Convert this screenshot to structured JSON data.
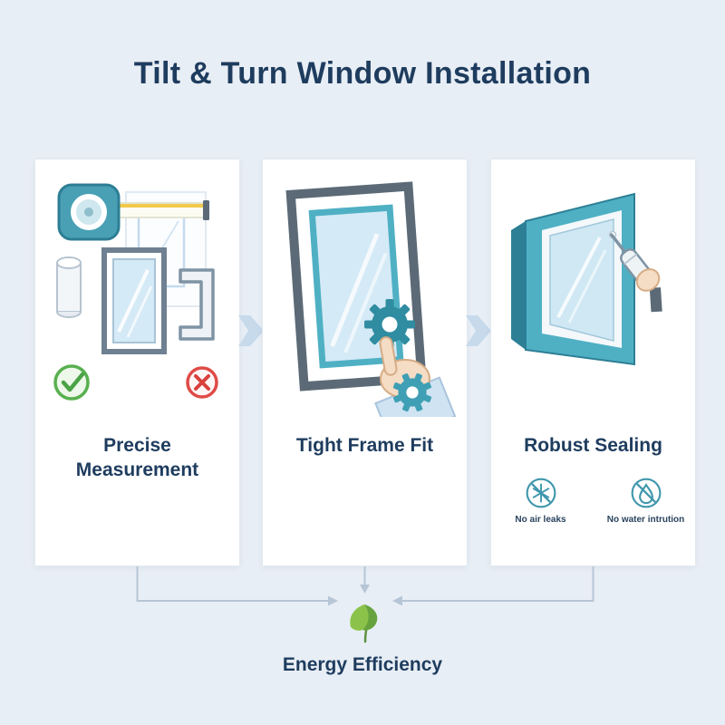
{
  "title": "Tilt & Turn Window Installation",
  "steps": [
    {
      "id": "precise-measurement",
      "label": "Precise Measurement"
    },
    {
      "id": "tight-frame-fit",
      "label": "Tight Frame Fit"
    },
    {
      "id": "robust-sealing",
      "label": "Robust Sealing",
      "badges": [
        {
          "icon": "snowflake-icon",
          "label": "No air leaks"
        },
        {
          "icon": "water-drop-icon",
          "label": "No water intrution"
        }
      ]
    }
  ],
  "footer": {
    "icon": "leaf-icon",
    "label": "Energy Efficiency"
  },
  "icons": {
    "tape-measure-icon": "teal tape measure with extended blade",
    "check-icon": "green circled checkmark",
    "x-icon": "red circled cross",
    "gear-icon": "teal cog wheel",
    "hand-icon": "pointing hand with blue sleeve",
    "caulk-gun-icon": "sealant gun at window corner",
    "snowflake-icon": "crossed-out snowflake",
    "water-drop-icon": "crossed-out water drop",
    "leaf-icon": "green leaf",
    "arrow-right-icon": "light blue chevron arrow"
  },
  "colors": {
    "background": "#e8eef5",
    "card": "#ffffff",
    "heading": "#1e3c5e",
    "teal_accent": "#4fb0c4",
    "glass_blue": "#d4eaf6",
    "success_green": "#58b04f",
    "error_red": "#df4b47",
    "leaf_green": "#8bc34a",
    "connector": "#b6c6d6",
    "arrow_blue": "#c6daeb"
  }
}
